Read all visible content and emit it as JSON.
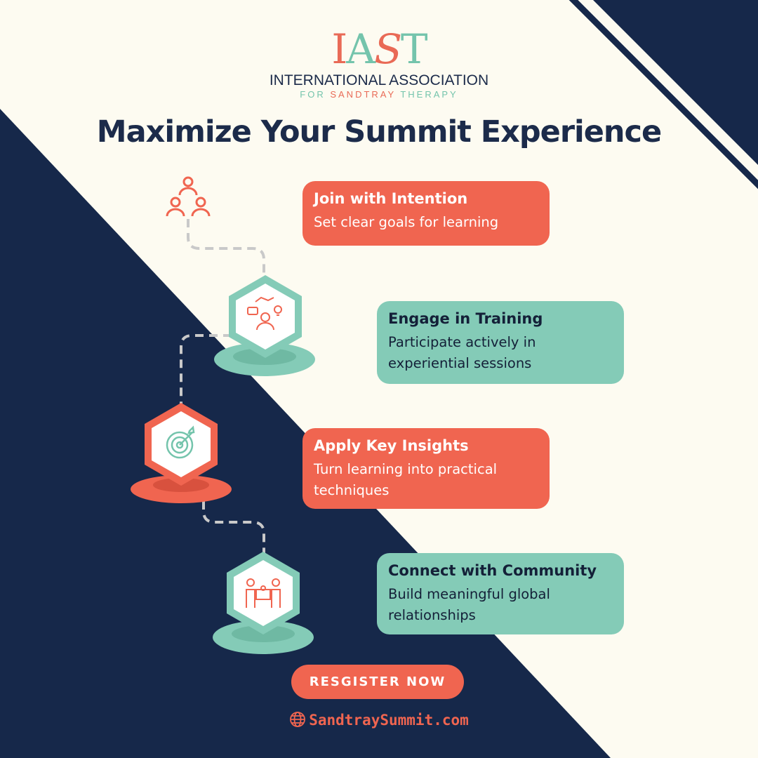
{
  "logo": {
    "mark_parts": [
      "I",
      "A",
      "S",
      "T"
    ],
    "name": "INTERNATIONAL ASSOCIATION",
    "subtitle_parts": [
      "FOR ",
      "SANDTRAY",
      " THERAPY"
    ]
  },
  "headline": "Maximize Your Summit Experience",
  "steps": [
    {
      "title": "Join with Intention",
      "description": "Set clear goals for learning",
      "color": "coral",
      "icon": "team-hierarchy-icon"
    },
    {
      "title": "Engage in Training",
      "description": "Participate actively in experiential sessions",
      "color": "teal",
      "icon": "collaboration-idea-icon"
    },
    {
      "title": "Apply Key Insights",
      "description": "Turn learning into practical techniques",
      "color": "coral",
      "icon": "target-icon"
    },
    {
      "title": "Connect with Community",
      "description": "Build meaningful global relationships",
      "color": "teal",
      "icon": "puzzle-partners-icon"
    }
  ],
  "cta": {
    "label": "RESGISTER NOW"
  },
  "website": {
    "url": "SandtraySummit.com",
    "icon": "globe-icon"
  },
  "colors": {
    "navy": "#1c2b4a",
    "coral": "#f06550",
    "teal": "#84cbb7",
    "cream": "#fdfbf1"
  }
}
